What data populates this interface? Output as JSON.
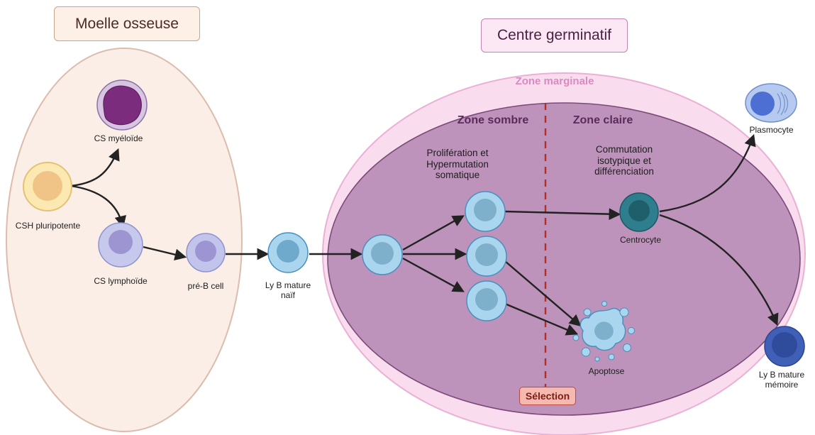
{
  "titles": {
    "moelle": "Moelle osseuse",
    "centre": "Centre germinatif"
  },
  "zones": {
    "marginale": "Zone marginale",
    "sombre": "Zone sombre",
    "claire": "Zone claire",
    "selection": "Sélection"
  },
  "processes": {
    "proliferation": [
      "Prolifération et",
      "Hypermutation",
      "somatique"
    ],
    "commutation": [
      "Commutation",
      "isotypique et",
      "différenciation"
    ]
  },
  "cells": {
    "csh": "CSH pluripotente",
    "cs_myeloide": "CS myéloïde",
    "cs_lymphoide": "CS lymphoïde",
    "pre_b": "pré-B cell",
    "ly_b_naif": [
      "Ly B mature",
      "naïf"
    ],
    "centrocyte": "Centrocyte",
    "apoptose": "Apoptose",
    "plasmocyte": "Plasmocyte",
    "ly_b_memoire": [
      "Ly B mature",
      "mémoire"
    ]
  },
  "colors": {
    "marrow_fill": "#fbeee6",
    "marginal_fill": "#f9dcee",
    "germinal_fill": "#bd93bb",
    "selection_line": "#b22e26",
    "arrow": "#222222"
  }
}
